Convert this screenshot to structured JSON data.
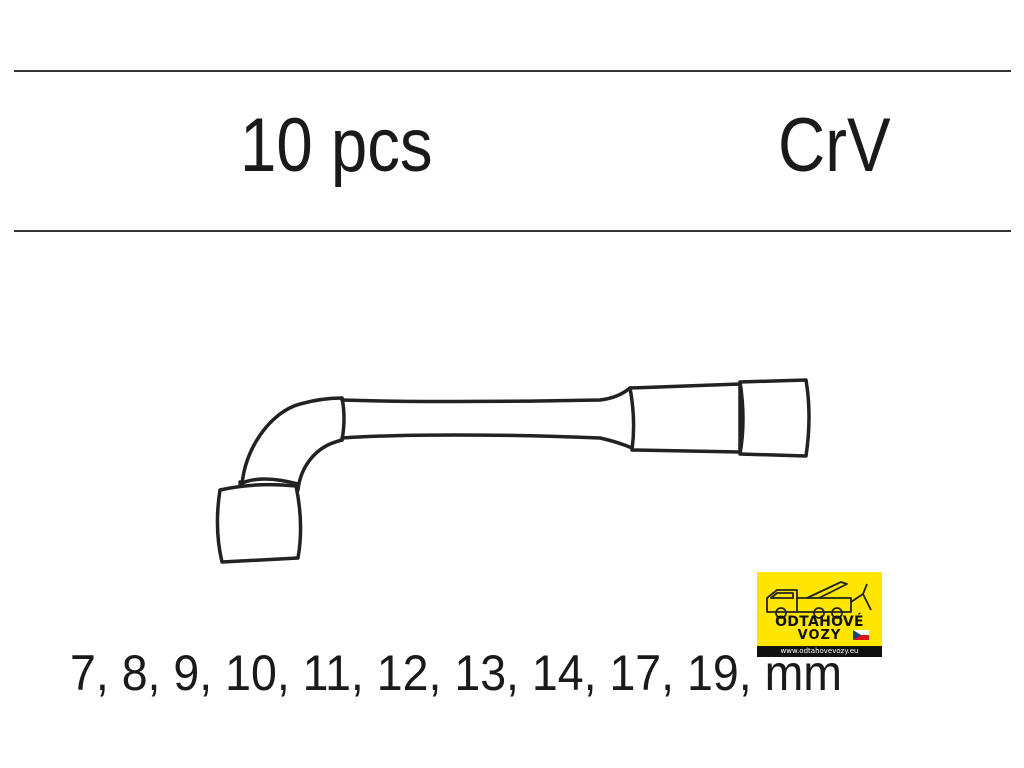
{
  "header": {
    "quantity": "10 pcs",
    "material": "CrV"
  },
  "product": {
    "illustration": "l-type-socket-wrench",
    "sizes_line": "7, 8, 9, 10, 11, 12, 13, 14, 17, 19, mm"
  },
  "watermark": {
    "line1": "ODTAHOVÉ",
    "line2": "VOZY",
    "url": "www.odtahovevozy.eu",
    "background_color": "#ffe600",
    "icon": "tow-truck-icon"
  },
  "colors": {
    "text": "#1a1a1a",
    "rule": "#333333",
    "line_art": "#222222"
  }
}
